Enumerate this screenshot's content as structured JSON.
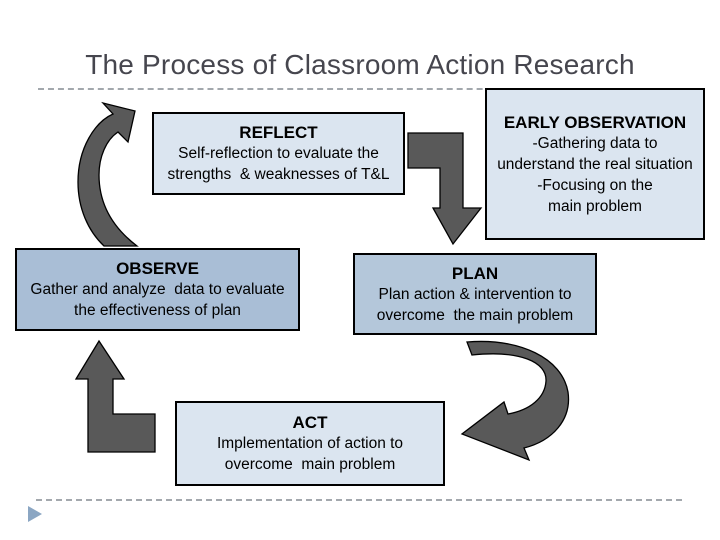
{
  "slide": {
    "title": "The Process of Classroom Action Research"
  },
  "boxes": {
    "reflect": {
      "heading": "REFLECT",
      "lines": [
        "Self-reflection to evaluate the",
        "strengths  & weaknesses of T&L"
      ]
    },
    "early_observation": {
      "heading": "EARLY OBSERVATION",
      "lines": [
        "-Gathering data to",
        "understand the real situation",
        "-Focusing on the",
        "main problem"
      ]
    },
    "observe": {
      "heading": "OBSERVE",
      "lines": [
        "Gather and analyze  data to evaluate",
        "the effectiveness of plan"
      ]
    },
    "plan": {
      "heading": "PLAN",
      "lines": [
        "Plan action & intervention to",
        "overcome  the main problem"
      ]
    },
    "act": {
      "heading": "ACT",
      "lines": [
        "Implementation of action to",
        "overcome  main problem"
      ]
    }
  },
  "icons": {
    "curved_arrow_observe_to_reflect": "curved-up-arrow",
    "elbow_arrow_reflect_to_plan": "bent-down-arrow",
    "bent_up_arrow_act_to_observe": "bent-up-arrow",
    "curved_arrow_plan_to_act": "curved-left-arrow",
    "footer_bullet": "right-pointing-triangle"
  },
  "colors": {
    "title_text": "#46464e",
    "light_box_fill": "#dbe5f0",
    "observe_box_fill": "#a9bed6",
    "plan_box_fill": "#b4c7da",
    "box_border": "#000000",
    "arrow_fill": "#595959",
    "arrow_outline": "#000000",
    "dashed_line": "#a3a8ad",
    "footer_bullet_fill": "#8ba6c3"
  }
}
